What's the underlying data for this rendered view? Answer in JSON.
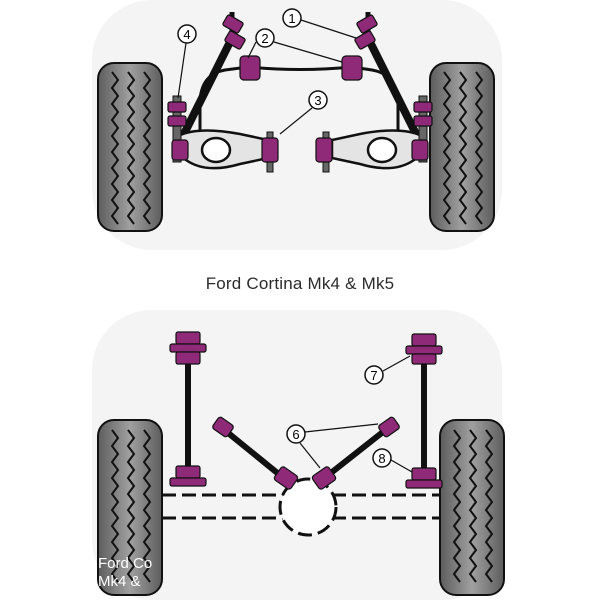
{
  "caption": "Ford Cortina Mk4 & Mk5",
  "watermark": {
    "line1": "Ford Co",
    "line2": "Mk4 &"
  },
  "callouts": {
    "c1": "1",
    "c2": "2",
    "c3": "3",
    "c4": "4",
    "c6": "6",
    "c7": "7",
    "c8": "8"
  },
  "colors": {
    "bush": "#8e2a78",
    "bush_light": "#b24a98",
    "tyre": "#8a8a8a",
    "outline": "#111111",
    "arm": "#e4e4e4"
  }
}
